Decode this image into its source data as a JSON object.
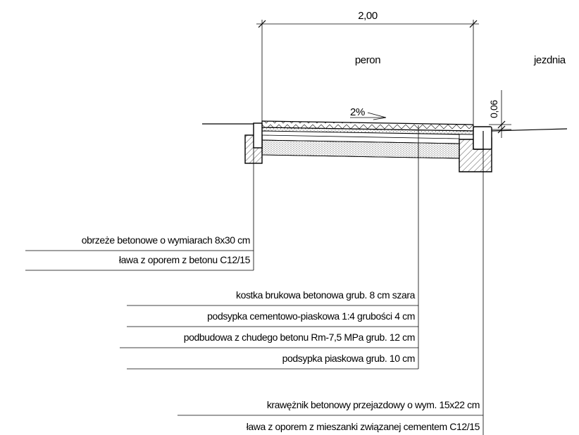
{
  "dimensions": {
    "width_label": "2,00",
    "height_label": "0,06",
    "slope_label": "2%"
  },
  "zones": {
    "platform": "peron",
    "roadway": "jezdnia"
  },
  "callouts_left": [
    "obrzeże betonowe o wymiarach 8x30 cm",
    "ława z oporem z betonu C12/15"
  ],
  "callouts_layers": [
    "kostka brukowa betonowa grub. 8 cm szara",
    "podsypka cementowo-piaskowa 1:4 grubości 4 cm",
    "podbudowa z chudego betonu Rm-7,5 MPa grub. 12 cm",
    "podsypka piaskowa grub. 10 cm"
  ],
  "callouts_right": [
    "krawężnik betonowy przejazdowy o wym. 15x22 cm",
    "ława z oporem z mieszanki związanej cementem C12/15"
  ],
  "colors": {
    "line": "#000000",
    "background": "#ffffff"
  }
}
